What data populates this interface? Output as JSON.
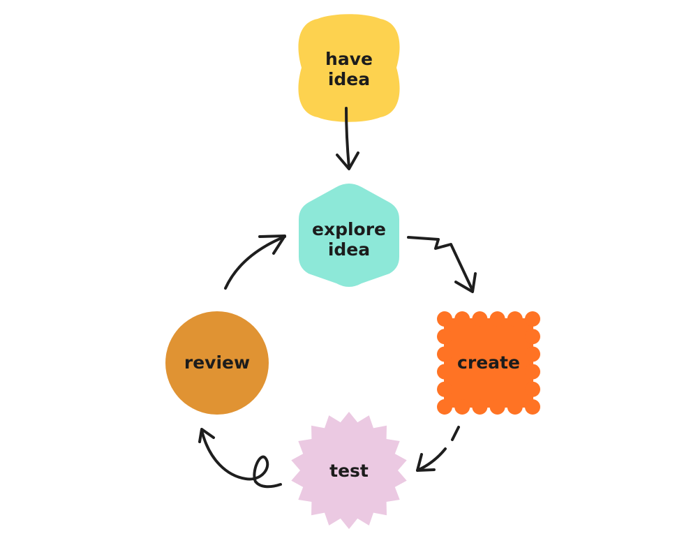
{
  "nodes": {
    "have_idea": {
      "line1": "have",
      "line2": "idea",
      "color": "#FDD24F"
    },
    "explore_idea": {
      "line1": "explore",
      "line2": "idea",
      "color": "#8DE8D8"
    },
    "create": {
      "label": "create",
      "color": "#FF7324"
    },
    "test": {
      "label": "test",
      "color": "#EBC9E2"
    },
    "review": {
      "label": "review",
      "color": "#E09333"
    }
  },
  "edges": [
    {
      "from": "have idea",
      "to": "explore idea"
    },
    {
      "from": "explore idea",
      "to": "create"
    },
    {
      "from": "create",
      "to": "test"
    },
    {
      "from": "test",
      "to": "review"
    },
    {
      "from": "review",
      "to": "explore idea"
    }
  ]
}
